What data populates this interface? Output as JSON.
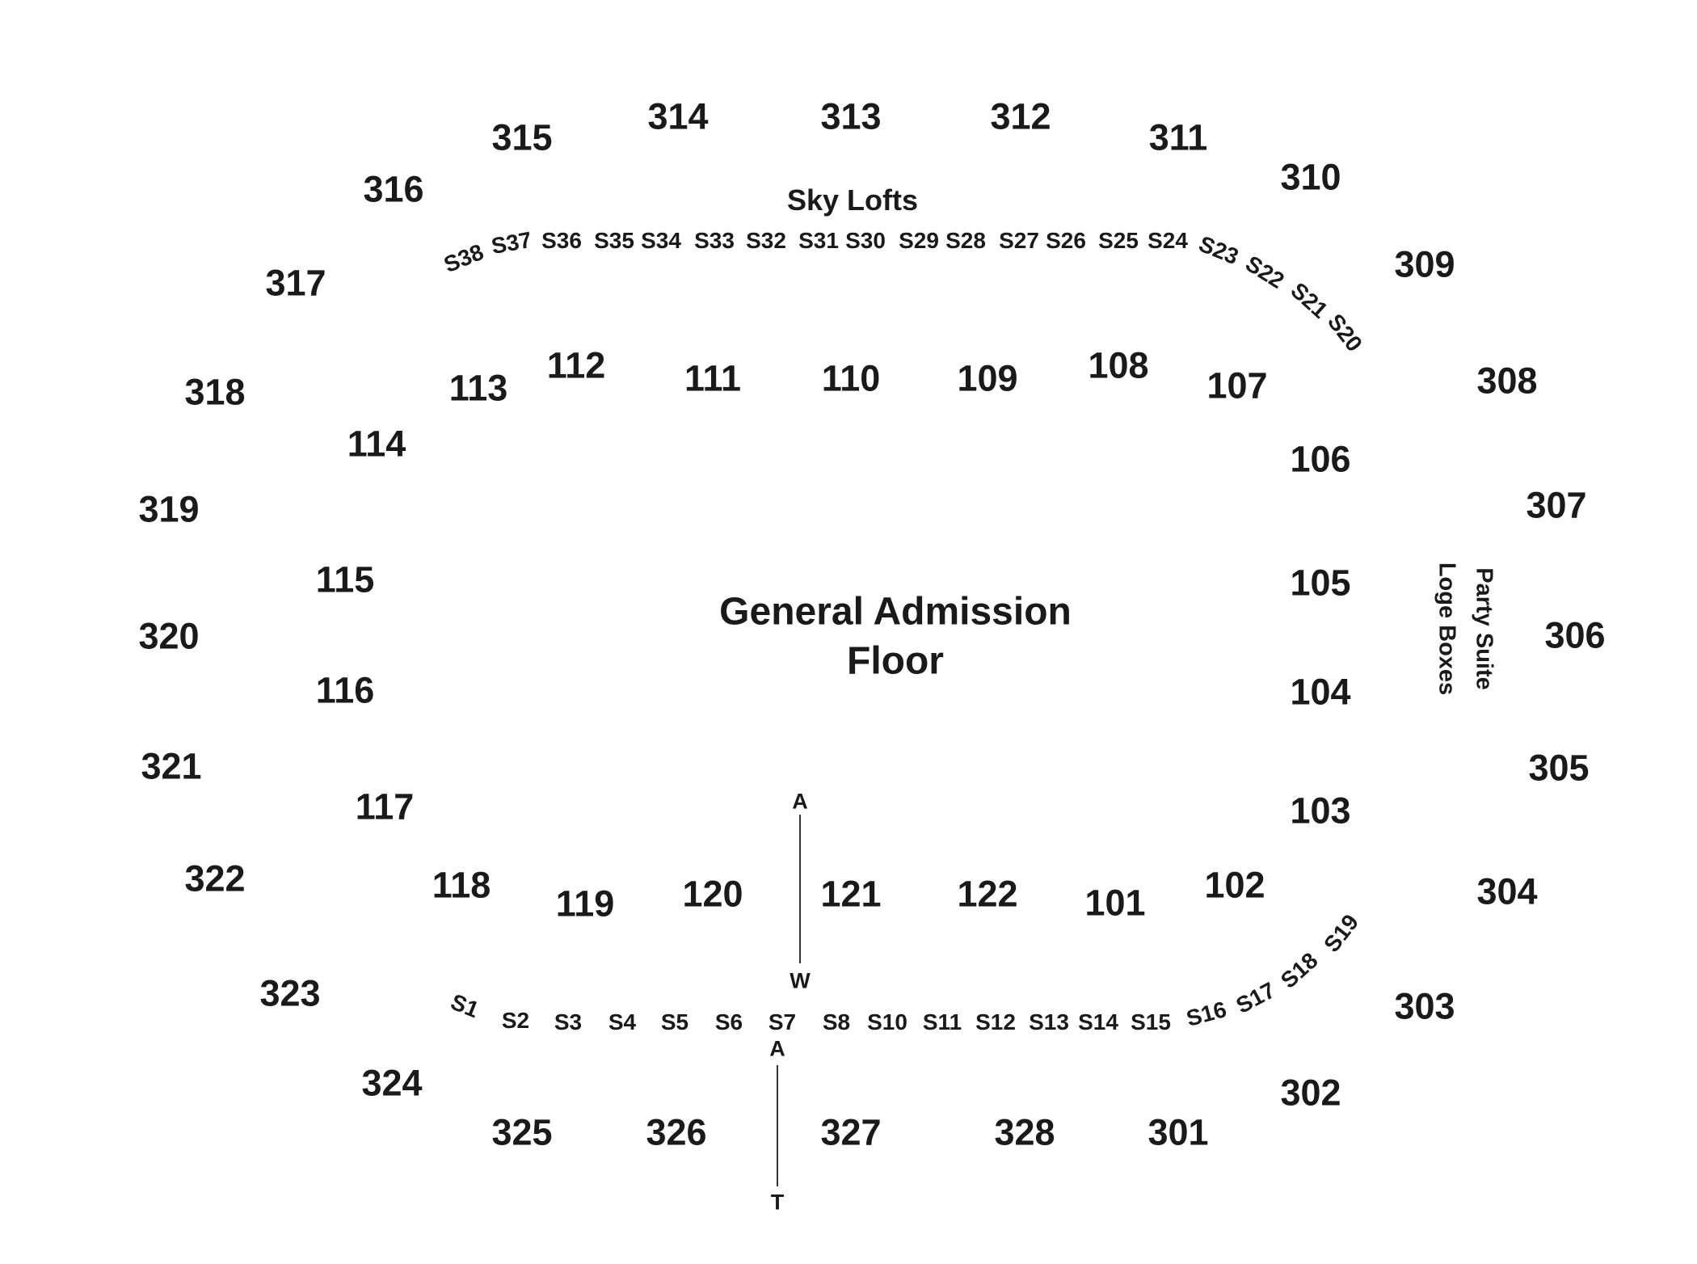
{
  "labels": {
    "sky_lofts": "Sky Lofts",
    "ga_line1": "General Admission",
    "ga_line2": "Floor",
    "loge_boxes": "Loge Boxes",
    "party_suite": "Party Suite"
  },
  "aisle_markers": {
    "upper_top": "A",
    "upper_bottom": "W",
    "lower_top": "A",
    "lower_bottom": "T"
  },
  "sections_100": {
    "s101": "101",
    "s102": "102",
    "s103": "103",
    "s104": "104",
    "s105": "105",
    "s106": "106",
    "s107": "107",
    "s108": "108",
    "s109": "109",
    "s110": "110",
    "s111": "111",
    "s112": "112",
    "s113": "113",
    "s114": "114",
    "s115": "115",
    "s116": "116",
    "s117": "117",
    "s118": "118",
    "s119": "119",
    "s120": "120",
    "s121": "121",
    "s122": "122"
  },
  "sections_300": {
    "s301": "301",
    "s302": "302",
    "s303": "303",
    "s304": "304",
    "s305": "305",
    "s306": "306",
    "s307": "307",
    "s308": "308",
    "s309": "309",
    "s310": "310",
    "s311": "311",
    "s312": "312",
    "s313": "313",
    "s314": "314",
    "s315": "315",
    "s316": "316",
    "s317": "317",
    "s318": "318",
    "s319": "319",
    "s320": "320",
    "s321": "321",
    "s322": "322",
    "s323": "323",
    "s324": "324",
    "s325": "325",
    "s326": "326",
    "s327": "327",
    "s328": "328"
  },
  "suites": {
    "S1": "S1",
    "S2": "S2",
    "S3": "S3",
    "S4": "S4",
    "S5": "S5",
    "S6": "S6",
    "S7": "S7",
    "S8": "S8",
    "S10": "S10",
    "S11": "S11",
    "S12": "S12",
    "S13": "S13",
    "S14": "S14",
    "S15": "S15",
    "S16": "S16",
    "S17": "S17",
    "S18": "S18",
    "S19": "S19",
    "S20": "S20",
    "S21": "S21",
    "S22": "S22",
    "S23": "S23",
    "S24": "S24",
    "S25": "S25",
    "S26": "S26",
    "S27": "S27",
    "S28": "S28",
    "S29": "S29",
    "S30": "S30",
    "S31": "S31",
    "S32": "S32",
    "S33": "S33",
    "S34": "S34",
    "S35": "S35",
    "S36": "S36",
    "S37": "S37",
    "S38": "S38"
  }
}
